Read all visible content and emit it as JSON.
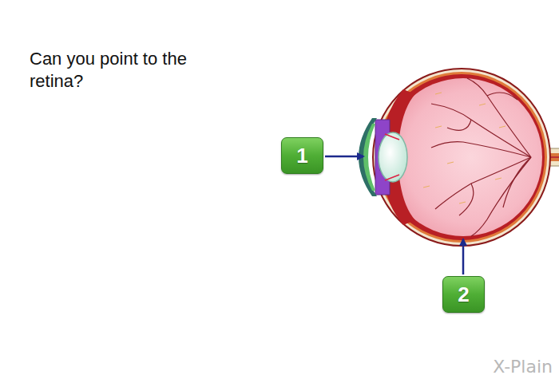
{
  "diagram": {
    "title": "Can you point to the retina?",
    "nodes": [
      {
        "text": [
          "1"
        ]
      },
      {
        "text": [
          "2"
        ]
      }
    ],
    "labels": [
      "X-Plain"
    ]
  }
}
